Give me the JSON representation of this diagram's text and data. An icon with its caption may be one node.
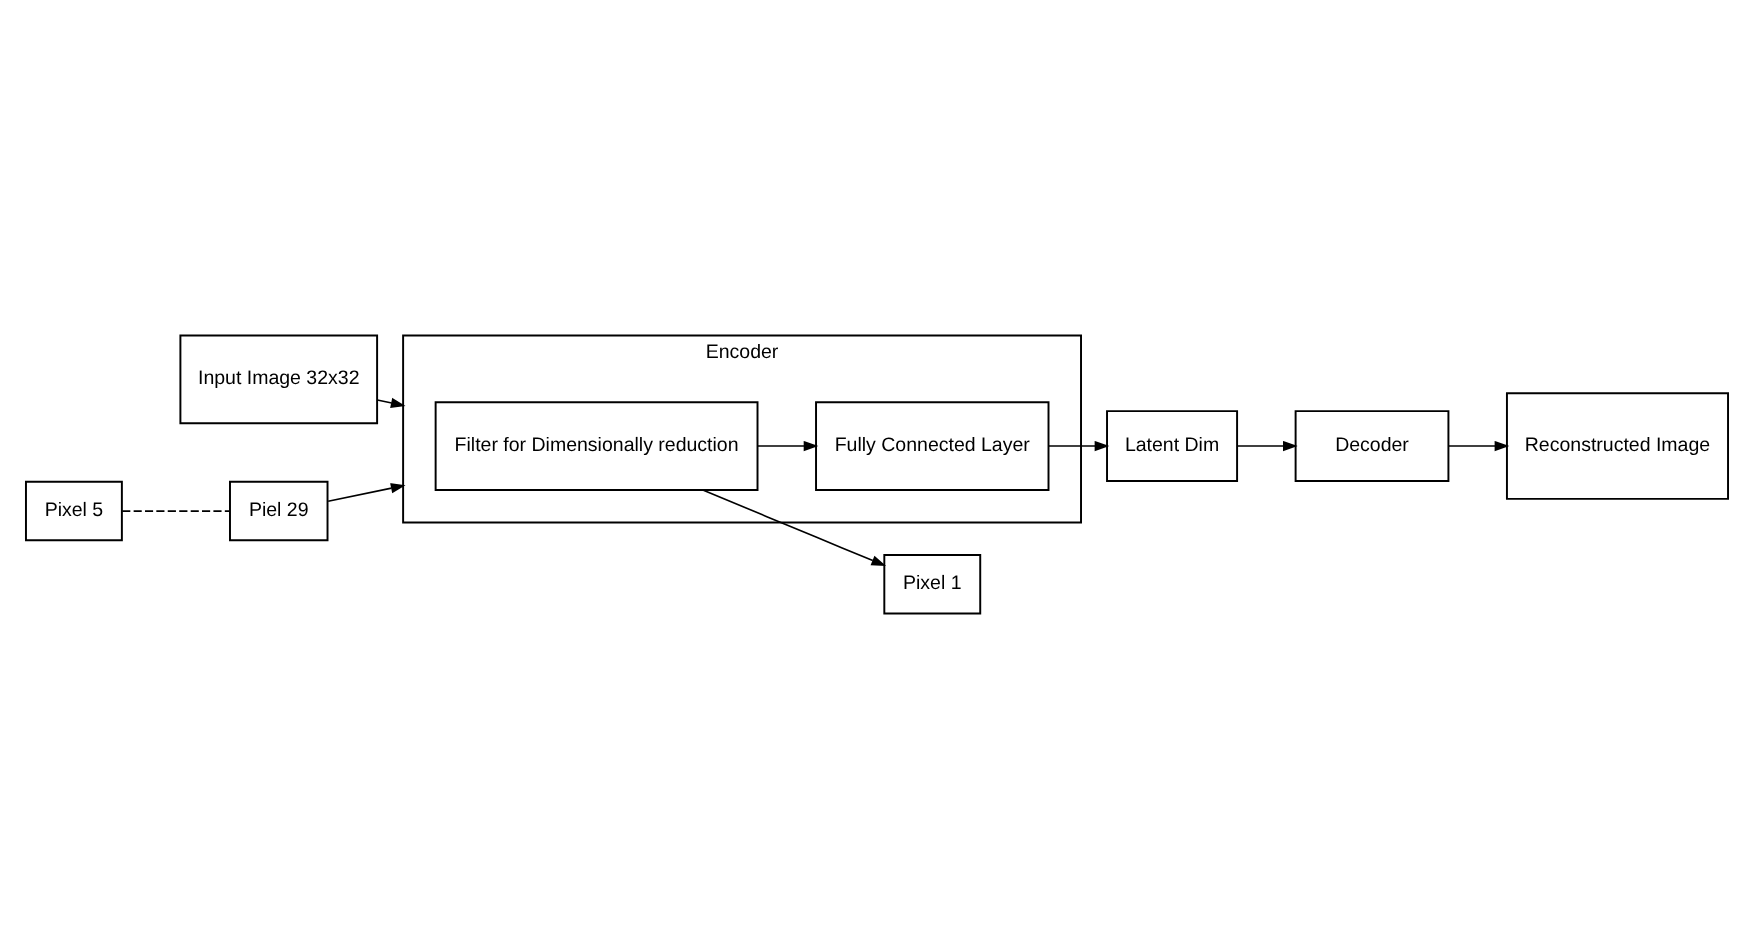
{
  "diagram": {
    "nodes": [
      {
        "text": [
          "Input Image 32x32"
        ]
      },
      {
        "text": [
          "Encoder"
        ]
      },
      {
        "text": [
          "Filter for Dimensionally reduction"
        ],
        "in": 1
      },
      {
        "text": [
          "Fully Connected Layer"
        ],
        "in": 1
      },
      {
        "text": [
          "Latent Dim"
        ]
      },
      {
        "text": [
          "Decoder"
        ]
      },
      {
        "text": [
          "Pixel 1"
        ]
      },
      {
        "text": [
          "Reconstructed Image"
        ]
      },
      {
        "text": [
          "Pixel 5"
        ]
      },
      {
        "text": [
          "Piel 29"
        ]
      }
    ],
    "edges": [
      {
        "from": 0,
        "to": 1,
        "arrow": "to"
      },
      {
        "from": 2,
        "to": 3,
        "arrow": "to"
      },
      {
        "from": 2,
        "to": 6,
        "arrow": "to"
      },
      {
        "from": 3,
        "to": 4,
        "arrow": "to"
      },
      {
        "from": 4,
        "to": 5,
        "arrow": "to"
      },
      {
        "from": 5,
        "to": 7,
        "arrow": "to"
      },
      {
        "from": 8,
        "to": 9,
        "arrow": "none",
        "style": "dashed"
      },
      {
        "from": 9,
        "to": 1,
        "arrow": "to"
      }
    ]
  }
}
